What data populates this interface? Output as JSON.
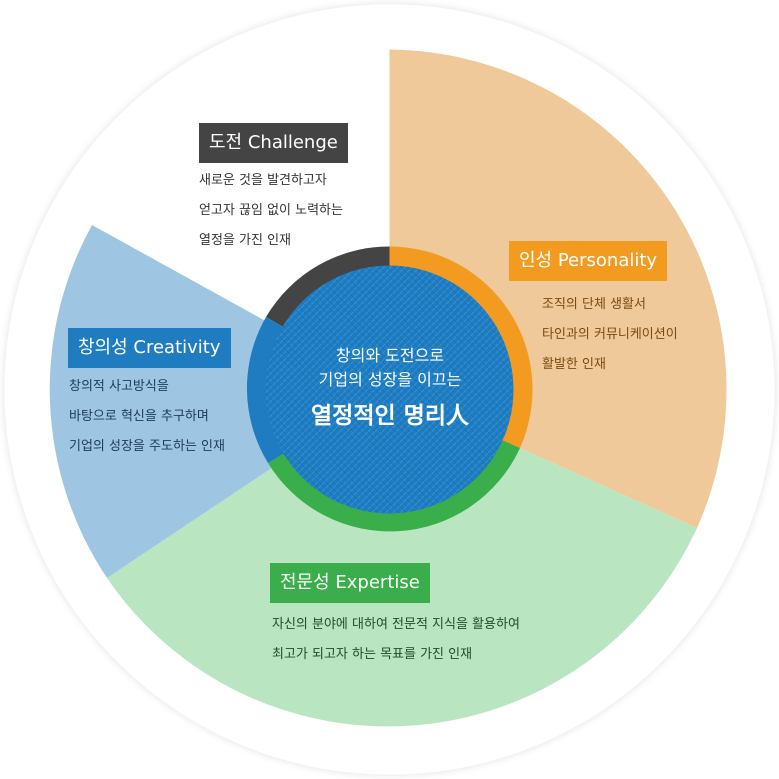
{
  "colors": {
    "challenge": "#444444",
    "personality": "#f29b20",
    "expertise": "#3aae4a",
    "creativity": "#1f7cc1",
    "personality_bg": "#efc99a",
    "expertise_bg": "#b9e6c1",
    "creativity_bg": "#9ec6e3",
    "center": "#1f7cc1"
  },
  "center": {
    "line1": "창의와 도전으로",
    "line2": "기업의 성장을 이끄는",
    "line3": "열정적인 명리人"
  },
  "segments": {
    "challenge": {
      "title": "도전 Challenge",
      "lines": [
        "새로운 것을 발견하고자",
        "얻고자 끊임 없이 노력하는",
        "열정을 가진 인재"
      ]
    },
    "personality": {
      "title": "인성 Personality",
      "lines": [
        "조직의 단체 생활서",
        "타인과의 커뮤니케이션이",
        "활발한 인재"
      ]
    },
    "creativity": {
      "title": "창의성 Creativity",
      "lines": [
        "창의적 사고방식을",
        "바탕으로 혁신을 추구하며",
        "기업의 성장을 주도하는 인재"
      ]
    },
    "expertise": {
      "title": "전문성 Expertise",
      "lines": [
        "자신의 분야에 대하여 전문적 지식을 활용하여",
        "최고가 되고자 하는 목표를 가진 인재"
      ]
    }
  }
}
